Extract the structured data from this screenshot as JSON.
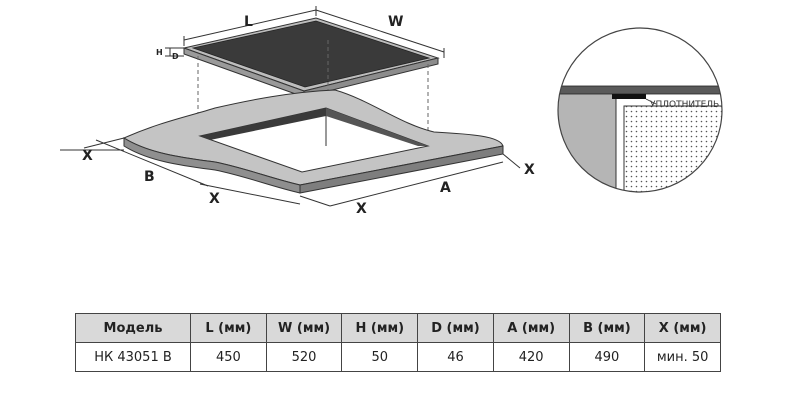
{
  "diagram": {
    "labels": {
      "L": "L",
      "W": "W",
      "H": "H",
      "D": "D",
      "A": "A",
      "B": "B",
      "X": "X"
    },
    "seal_label": "УПЛОТНИТЕЛЬ"
  },
  "table": {
    "headers": [
      "Модель",
      "L (мм)",
      "W (мм)",
      "H (мм)",
      "D (мм)",
      "A (мм)",
      "B (мм)",
      "X (мм)"
    ],
    "rows": [
      [
        "НК 43051 В",
        "450",
        "520",
        "50",
        "46",
        "420",
        "490",
        "мин. 50"
      ]
    ]
  }
}
